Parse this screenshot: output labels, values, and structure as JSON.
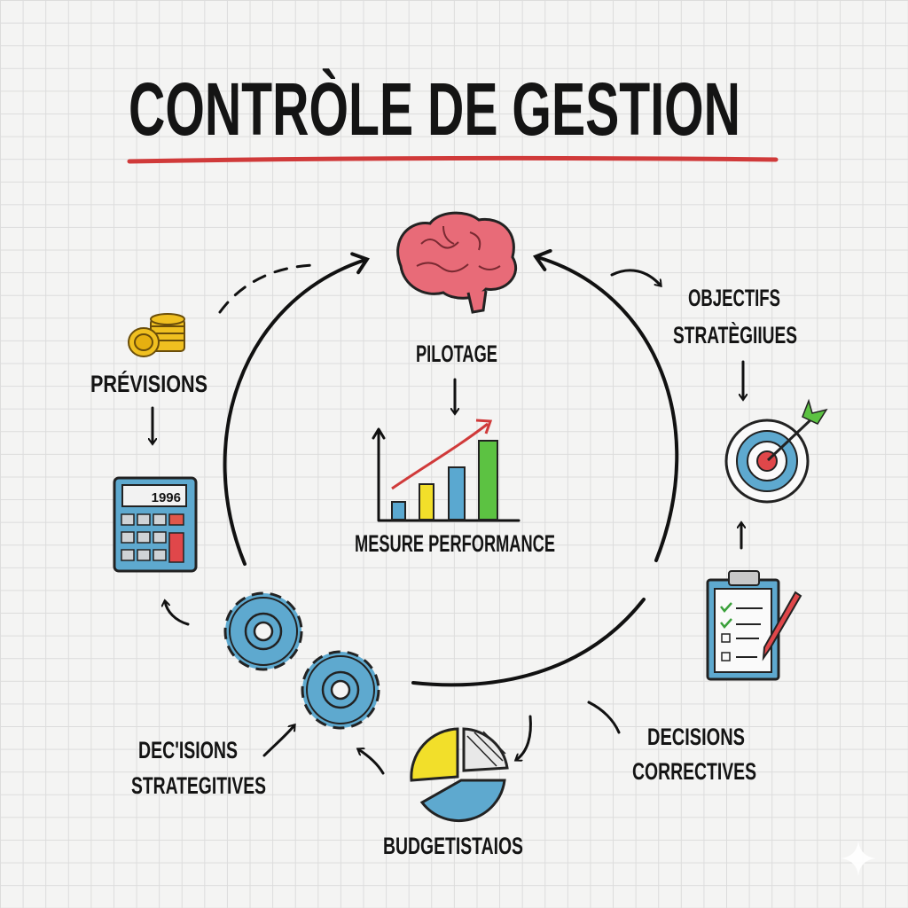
{
  "title": "CONTRÒLE DE GESTION",
  "colors": {
    "accent_underline": "#d03a3a",
    "blue": "#5aa8d0",
    "yellow": "#f2df2a",
    "green": "#5cc242",
    "red": "#e0474a",
    "brain": "#e86b78"
  },
  "center": {
    "top_label": "PILOTAGE",
    "bottom_label": "MESURE PERFORMANCE"
  },
  "nodes": {
    "previsions": "PRÉVISIONS",
    "calculator_display": "1996",
    "objectifs_line1": "OBJECTIFS",
    "objectifs_line2": "STRATÈGIIUES",
    "decisions_correctives_line1": "DECISIONS",
    "decisions_correctives_line2": "CORRECTIVES",
    "budget": "BUDGETISTAIOS",
    "decisions_strategiques_line1": "DEC'ISIONS",
    "decisions_strategiques_line2": "STRATEGITIVES"
  },
  "icons": [
    "brain-icon",
    "bar-chart-icon",
    "coins-icon",
    "calculator-icon",
    "target-icon",
    "clipboard-icon",
    "pie-chart-icon",
    "gears-icon",
    "sparkle-icon"
  ]
}
